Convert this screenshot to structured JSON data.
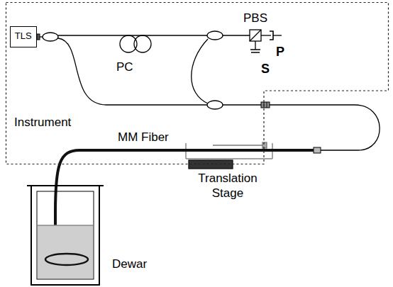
{
  "diagram": {
    "nodes": [
      {
        "text": [
          "Instrument"
        ]
      },
      {
        "text": [
          "TLS"
        ],
        "in": 0
      }
    ],
    "labels": [
      "PC",
      "PBS",
      "P",
      "S",
      "MM Fiber",
      "Translation Stage",
      "Dewar"
    ]
  }
}
